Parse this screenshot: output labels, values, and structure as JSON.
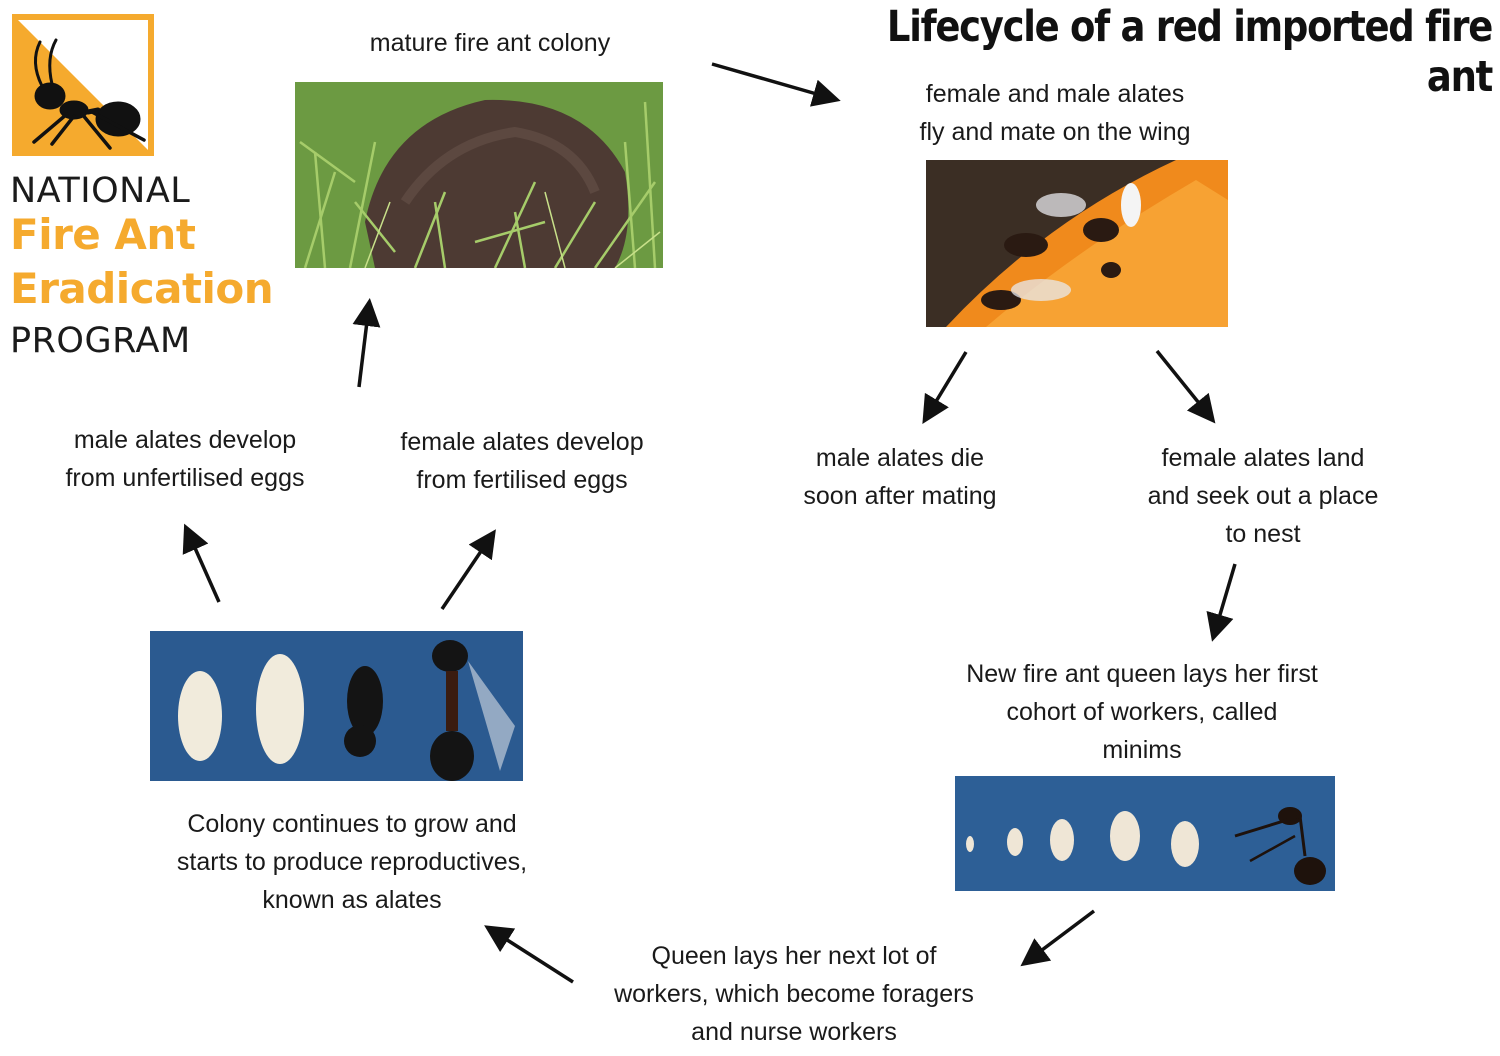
{
  "title": "Lifecycle of a red imported fire ant",
  "logo": {
    "line1": "NATIONAL",
    "line2": "Fire Ant",
    "line3": "Eradication",
    "line4": "PROGRAM",
    "colors": {
      "accent": "#F5AA2E",
      "text": "#1B1B1B"
    },
    "icon": "ant-icon"
  },
  "stages": {
    "mature_colony": "mature fire ant colony",
    "alates_mate": [
      "female and male alates",
      "fly and mate on the wing"
    ],
    "male_die": [
      "male alates die",
      "soon after mating"
    ],
    "female_land": [
      "female alates land",
      "and seek out a place",
      "to nest"
    ],
    "queen_first": [
      "New fire ant queen lays her first",
      "cohort of workers, called",
      "minims"
    ],
    "queen_next": [
      "Queen lays her next lot of",
      "workers, which become foragers",
      "and nurse workers"
    ],
    "colony_grows": [
      "Colony continues to grow and",
      "starts to produce reproductives,",
      "known as alates"
    ],
    "male_develop": [
      "male alates develop",
      "from unfertilised eggs"
    ],
    "female_develop": [
      "female alates develop",
      "from fertilised eggs"
    ]
  }
}
